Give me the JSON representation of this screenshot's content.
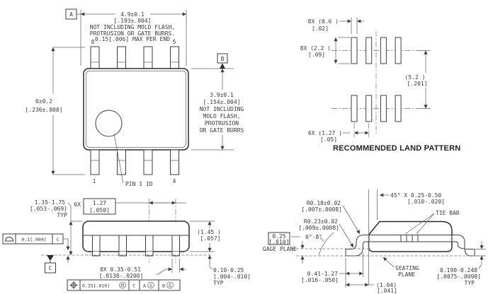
{
  "drawing_color": "#3a3a3a",
  "top_view": {
    "datum_a": "A",
    "datum_b": "B",
    "dim_width": {
      "mm": "4.9±0.1",
      "inch": "[.193±.004]",
      "note1": "NOT INCLUDING MOLD FLASH,",
      "note2": "PROTRUSION OR GATE BURRS.",
      "note3": "0.15[.006] MAX PER END"
    },
    "dim_height": {
      "mm": "6±0.2",
      "inch": "[.236±.008]"
    },
    "dim_body": {
      "mm": "3.9±0.1",
      "inch": "[.154±.004]",
      "note1": "NOT INCLUDING",
      "note2": "MOLD FLASH,",
      "note3": "PROTRUSION",
      "note4": "OR GATE BURRS"
    },
    "pin_top_left": "8",
    "pin_top_right": "5",
    "pin_bot_left": "1",
    "pin_bot_right": "4",
    "pin1_label": "PIN 1 ID"
  },
  "land_pattern": {
    "pad_width": {
      "qty": "8X (0.6 )",
      "inch": "[.02]"
    },
    "pad_height": {
      "qty": "8X (2.2 )",
      "inch": "[.09]"
    },
    "row_span": {
      "mm": "(5.2 )",
      "inch": "[.201]"
    },
    "pitch": {
      "qty": "6X (1.27 )",
      "inch": "[.05]"
    },
    "title": "RECOMMENDED LAND PATTERN"
  },
  "side_view": {
    "body_height": {
      "mm": "1.35-1.75",
      "inch": "[.053-.069]",
      "typ": "TYP"
    },
    "pitch": {
      "qty": "6X",
      "mm": "1.27",
      "inch": "[.050]"
    },
    "flatness": {
      "tol": "0.1[.004]",
      "datum": "C"
    },
    "datum_c": "C",
    "lead_width": {
      "mm": "8X 0.35-0.51",
      "inch": "[.0138-.0200]"
    },
    "position": {
      "tol": "0.25[.010]",
      "modifier": "M",
      "datum1": "C",
      "datum2": "A",
      "datum2_mod": "S",
      "datum3": "B",
      "datum3_mod": "S"
    },
    "total_height": {
      "mm": "(1.45 )",
      "inch": "[.057]"
    },
    "standoff": {
      "mm": "0.10-0.25",
      "inch": "[.004-.010]",
      "typ": "TYP"
    }
  },
  "detail_view": {
    "chamfer": {
      "mm": "45° X 0.25-0.50",
      "inch": "[.010-.020]"
    },
    "radius_top": {
      "mm": "R0.18±0.02",
      "inch": "[.007±.0008]"
    },
    "radius_bottom": {
      "mm": "R0.23±0.02",
      "inch": "[.009±.0008]"
    },
    "gage": {
      "mm": "0.25",
      "inch": "[.010]",
      "label": "GAGE PLANE"
    },
    "lead_angle": "0°-8°",
    "tie_bar": "TIE BAR",
    "seating1": "SEATING",
    "seating2": "PLANE",
    "lead_thickness": {
      "mm": "0.190-0.248",
      "inch": "[.0075-.0098]",
      "typ": "TYP"
    },
    "foot_length": {
      "mm": "0.41-1.27",
      "inch": "[.016-.050]"
    },
    "lead_projection": {
      "mm": "(1.04)",
      "inch": "[.041]"
    }
  }
}
